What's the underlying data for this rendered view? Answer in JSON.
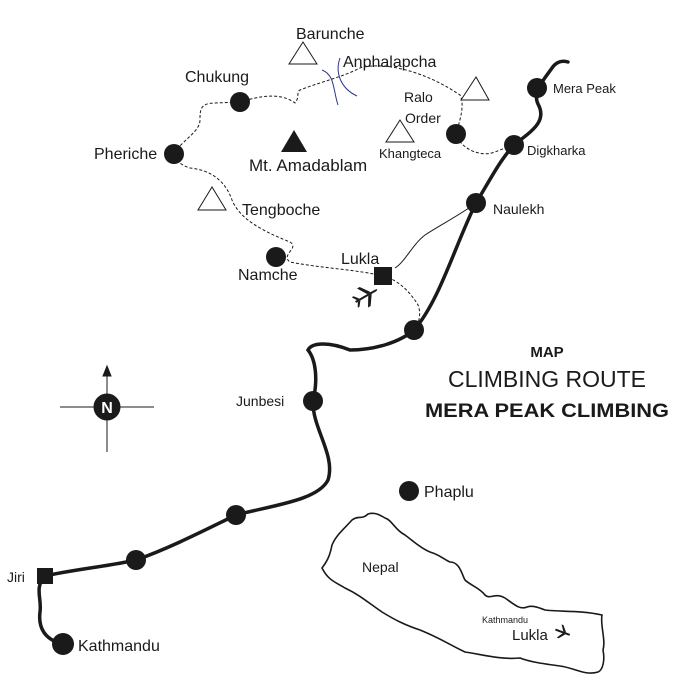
{
  "title": {
    "line1": "MAP",
    "line2": "CLIMBING ROUTE",
    "line3": "MERA PEAK CLIMBING"
  },
  "compass": {
    "label": "N"
  },
  "places": {
    "mera_peak": "Mera Peak",
    "digkharka": "Digkharka",
    "ralo": "Ralo",
    "order": "Order",
    "khangteca": "Khangteca",
    "naulekh": "Naulekh",
    "lukla": "Lukla",
    "namche": "Namche",
    "tengboche": "Tengboche",
    "pheriche": "Pheriche",
    "chukung": "Chukung",
    "barunche": "Barunche",
    "anphalapcha": "Anphalapcha",
    "amadablam": "Mt. Amadablam",
    "junbesi": "Junbesi",
    "phaplu": "Phaplu",
    "jiri": "Jiri",
    "kathmandu": "Kathmandu"
  },
  "inset": {
    "country": "Nepal",
    "kathmandu": "Kathmandu",
    "lukla": "Lukla"
  },
  "colors": {
    "ink": "#1a1a1a",
    "river": "#2a3a8a"
  }
}
